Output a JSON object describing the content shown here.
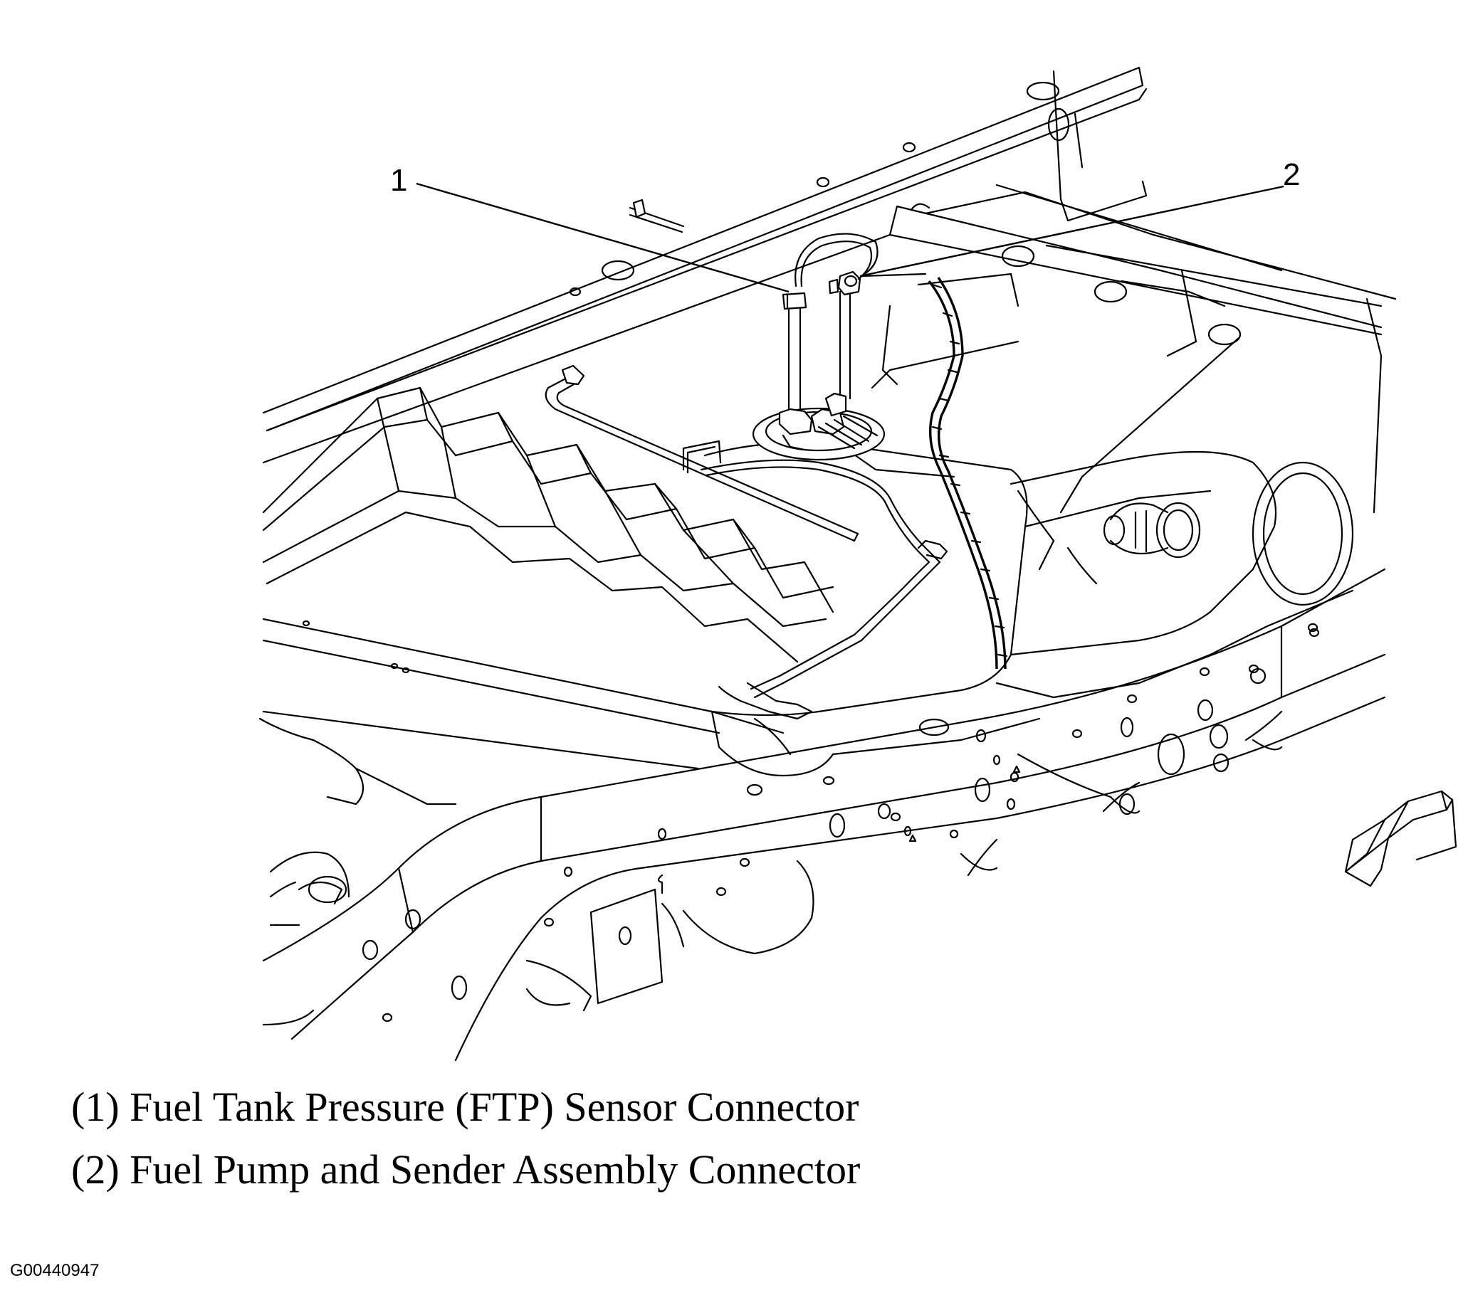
{
  "callouts": [
    {
      "number": "1",
      "label": "(1) Fuel Tank Pressure (FTP) Sensor Connector"
    },
    {
      "number": "2",
      "label": "(2) Fuel Pump and Sender Assembly Connector"
    }
  ],
  "figure_id": "G00440947",
  "icons": [
    "front-direction-arrow-icon"
  ]
}
